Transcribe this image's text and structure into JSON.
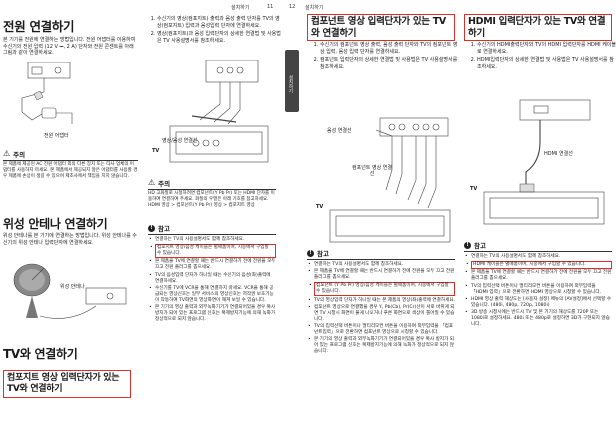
{
  "header": {
    "left_tag": "설치하기",
    "page_left": "11",
    "page_right": "12",
    "right_tag": "설치하기",
    "side_tab": "설치하기"
  },
  "power": {
    "title": "전원 연결하기",
    "desc": "본 기기를 전원에 연결하는 방법입니다. 전원 어댑터를 이용하여 수신기의 전원 입력 (12 V ⎓, 2 A) 단자와 전원 콘센트를 아래 그림과 같이 연결하세요.",
    "adapter_label": "전원 어댑터",
    "caution_title": "주의",
    "caution_text": "본 제품에 제공된 AC 전원 어댑터 외의 다른 장치 또는 타사 업체의 어댑터를 사용하지 마세요. 본 제품에서 제공되지 않은 어댑터를 사용할 경우 제품에 손상이 생길 수 있으며 제조사에서 책임을 지지 않습니다."
  },
  "satellite": {
    "title": "위성 안테나 연결하기",
    "desc": "위성 안테나를 본 기기에 연결하는 방법입니다. 위성 안테나를 수신기의 위성 안테나 입력단자에 연결하세요.",
    "antenna_label": "위성 안테나"
  },
  "tv_section": {
    "title": "TV와 연결하기",
    "sub_title": "컴포지트 영상 입력단자가 있는 TV와 연결하기"
  },
  "composite": {
    "steps": [
      "수신기의 영상(컴포지트) 출력과 음성 출력 단자를 TV의 영상(컴포지트) 입력과 음성입력 단자에 연결하세요.",
      "영상(컴포지트)과 음성 입력단자의 상세한 연결법 및 사용법은 TV 사용설명서를 참조하세요."
    ],
    "cable_label": "영상/음성 연결선",
    "tv_label": "TV",
    "caution_title": "주의",
    "caution_text": "HD 고화질로 시청하려면 컴포넌트(Y Pb Pr) 또는 HDMI 단자를 이용하여 연결하여 주세요. 화질의 우열은 아래 기호를 참고하세요. HDMI 영상 > 컴포넌트(Y Pb Pr) 영상 > 컴포지트 영상",
    "note_title": "참고",
    "notes": [
      "연결하는 TV의 사용설명서도 함께 참조하세요.",
      "컴포지트 영상/음성 케이블은 별매품이며, 시중에서 구입할 수 있습니다.",
      "본 제품을 TV에 연결할 때는 반드시 연결하기 전에 전원을 모두 끄고 전원 플러그를 뽑으세요.",
      "TV의 음성입력 단자가 하나일 때는 수신기의 음성(좌)출력에 연결하세요.",
      "수신기를 TV에 VCR을 통해 연결하지 마세요. VCR을 통해 공급되는 영상신호는 일부 서비스의 영상신호는 저작권 보호기능이 작동하여 TV화면의 영상화면이 깨져 보일 수 있습니다.",
      "본 기기의 영상 출력과 외부녹화기기가 연결되어있을 경우 복사 방지가 되어 있는 프로그램 신호는 복제방지기능에 의해 녹화가 정상적으로 되지 않습니다."
    ]
  },
  "component": {
    "title": "컴포넌트 영상 입력단자가 있는 TV와 연결하기",
    "steps": [
      "수신기의 컴포넌트 영상 출력, 음성 출력 단자와 TV의 컴포넌트 영상 입력, 음성 입력 단자를 연결하세요.",
      "컴포넌트 입력단자의 상세한 연결법 및 사용법은 TV 사용설명서를 참조하세요."
    ],
    "audio_label": "음성 연결선",
    "video_label": "컴포넌트 영상 연결선",
    "tv_label": "TV",
    "note_title": "참고",
    "notes": [
      "연결하는 TV의 사용설명서도 함께 참조하세요.",
      "본 제품을 TV에 연결할 때는 반드시 연결하기 전에 전원을 모두 끄고 전원 플러그를 뽑으세요.",
      "컴포넌트 (Y Pb Pr) 영상/음성 케이블은 별매품이며, 시중에서 구입할 수 있습니다.",
      "TV의 영상입력 단자가 하나일 때는 본 제품의 영상(좌)출력에 연결하세요.",
      "컴포넌트 영상으로 연결했을 경우 Y, Pb(Cb), Pr(Cr)선이 서로 바뀌게 되면 TV 시청시 화면이 붉게 나오거나 푸른 화면으로 색상이 틀어질 수 있습니다.",
      "TV의 입력선택 버튼이나 멀티리모컨 버튼을 이용하여 외부입력을 「컴포넌트입력」으로 전환하면 컴포넌트 영상으로 시청할 수 있습니다.",
      "본 기기의 영상 출력과 외부녹화기기가 연결되어있을 경우 복사 방지가 되어 있는 프로그램 신호는 복제방지기능에 의해 녹화가 정상적으로 되지 않습니다."
    ]
  },
  "hdmi": {
    "title": "HDMI 입력단자가 있는 TV와 연결하기",
    "steps": [
      "수신기의 HDMI출력단자와 TV의 HDMI 입력단자를 HDMI 케이블로 연결하세요.",
      "HDMI입력단자의 상세한 연결법 및 사용법은 TV 사용설명서를 참조하세요."
    ],
    "cable_label": "HDMI 연결선",
    "tv_label": "TV",
    "note_title": "참고",
    "notes": [
      "연결하는 TV의 사용설명서도 함께 참조하세요.",
      "HDMI 케이블은 별매품이며, 시중에서 구입할 수 있습니다.",
      "본 제품을 TV에 연결할 때는 반드시 연결하기 전에 전원을 모두 끄고 전원 플러그를 뽑으세요.",
      "TV의 입력선택 버튼이나 멀티리모컨 버튼을 이용하여 외부입력을 「HDMI 입력」으로 전환하면 HDMI 영상으로 시청할 수 있습니다.",
      "HDMI 영상 출력 해상도는 [사용자 설정] 메뉴의 [AV설정]에서 선택할 수 있습니다. (480i, 480p, 720p, 1080i)",
      "3D 방송 시청시에는 반드시 TV 및 본 기기의 해상도를 720P 또는 1080i로 설정하세요. 480i 또는 480p로 설정하면 3D가 구현되지 않습니다."
    ]
  }
}
